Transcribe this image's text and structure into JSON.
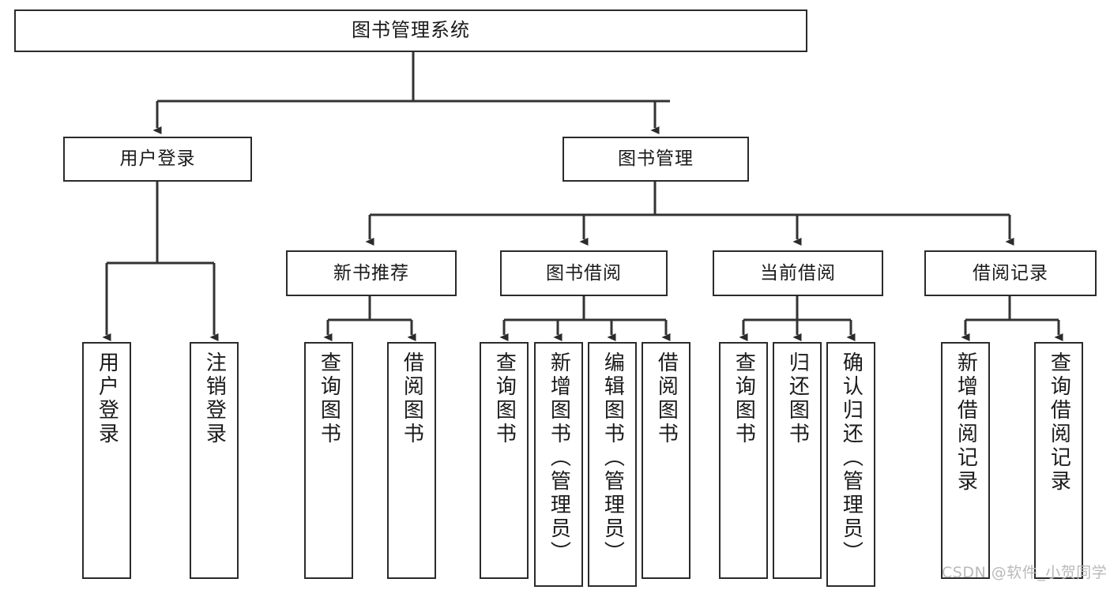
{
  "diagram": {
    "title": "图书管理系统",
    "type": "hierarchy-tree",
    "watermark": "CSDN @软件_小贺同学",
    "colors": {
      "box_border": "#2b2b2b",
      "box_fill": "#ffffff",
      "line": "#333333",
      "text": "#1a1a1a",
      "watermark": "#b9b9b9"
    },
    "levels": {
      "level1": [
        {
          "id": "root",
          "label": "图书管理系统"
        }
      ],
      "level2": [
        {
          "id": "user-login",
          "label": "用户登录"
        },
        {
          "id": "book-management",
          "label": "图书管理"
        }
      ],
      "level3": [
        {
          "id": "new-book-recommend",
          "label": "新书推荐"
        },
        {
          "id": "book-borrow",
          "label": "图书借阅"
        },
        {
          "id": "current-borrow",
          "label": "当前借阅"
        },
        {
          "id": "borrow-record",
          "label": "借阅记录"
        }
      ],
      "level4": [
        {
          "id": "leaf-user-login",
          "label": "用户登录",
          "parent": "user-login"
        },
        {
          "id": "leaf-logout-login",
          "label": "注销登录",
          "parent": "user-login"
        },
        {
          "id": "leaf-query-book-1",
          "label": "查询图书",
          "parent": "new-book-recommend"
        },
        {
          "id": "leaf-borrow-book-1",
          "label": "借阅图书",
          "parent": "new-book-recommend"
        },
        {
          "id": "leaf-query-book-2",
          "label": "查询图书",
          "parent": "book-borrow"
        },
        {
          "id": "leaf-add-book",
          "label": "新增图书（管理员）",
          "parent": "book-borrow"
        },
        {
          "id": "leaf-edit-book",
          "label": "编辑图书（管理员）",
          "parent": "book-borrow"
        },
        {
          "id": "leaf-borrow-book-2",
          "label": "借阅图书",
          "parent": "book-borrow"
        },
        {
          "id": "leaf-query-book-3",
          "label": "查询图书",
          "parent": "current-borrow"
        },
        {
          "id": "leaf-return-book",
          "label": "归还图书",
          "parent": "current-borrow"
        },
        {
          "id": "leaf-confirm-return",
          "label": "确认归还（管理员）",
          "parent": "current-borrow"
        },
        {
          "id": "leaf-add-record",
          "label": "新增借阅记录",
          "parent": "borrow-record"
        },
        {
          "id": "leaf-query-record",
          "label": "查询借阅记录",
          "parent": "borrow-record"
        }
      ]
    }
  }
}
